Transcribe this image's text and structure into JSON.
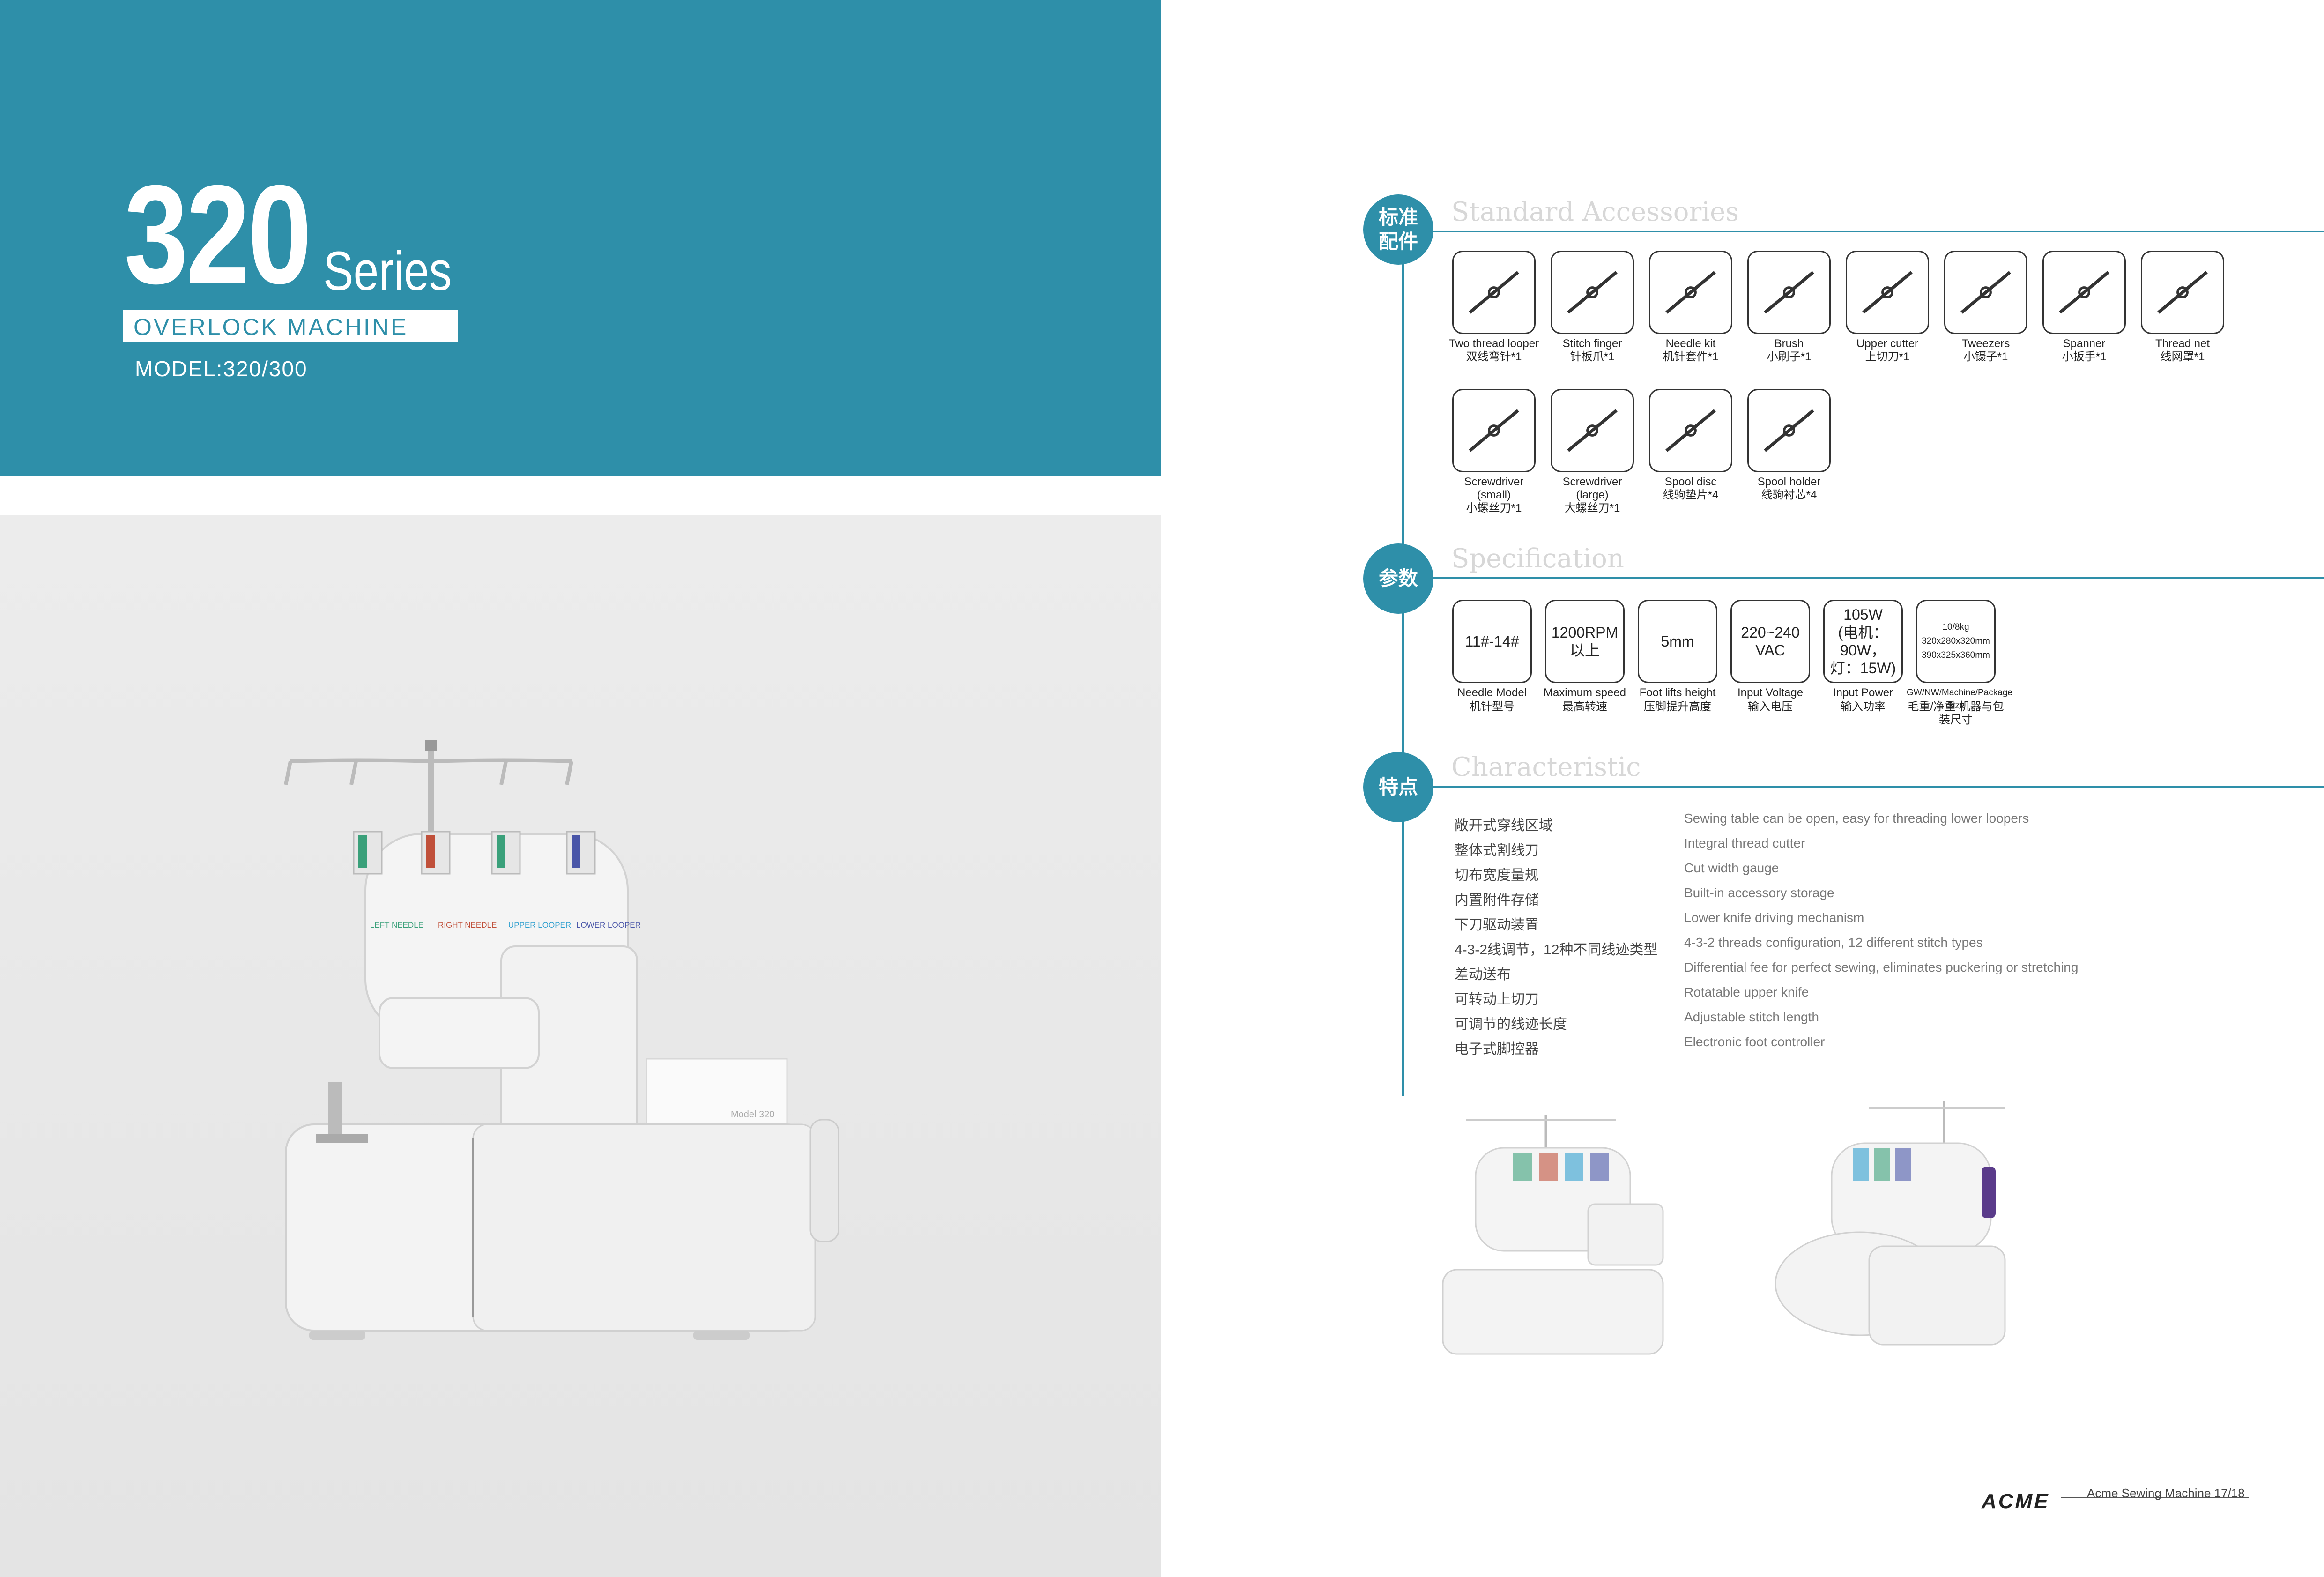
{
  "left": {
    "series_number": "320",
    "series_word": "Series",
    "subtitle": "OVERLOCK MACHINE",
    "model": "MODEL:320/300",
    "machine": {
      "labels": [
        "LEFT NEEDLE",
        "RIGHT NEEDLE",
        "UPPER LOOPER",
        "LOWER LOOPER"
      ],
      "label_colors": [
        "#3aa07a",
        "#c0503a",
        "#2e9fcf",
        "#4a56a8"
      ],
      "plate": "Model 320"
    }
  },
  "accessories": {
    "badge": "标准\n配件",
    "title": "Standard Accessories",
    "items": [
      {
        "icon": "looper-icon",
        "en": "Two thread looper",
        "cn": "双线弯针*1"
      },
      {
        "icon": "stitch-finger-icon",
        "en": "Stitch finger",
        "cn": "针板爪*1"
      },
      {
        "icon": "needle-kit-icon",
        "en": "Needle kit",
        "cn": "机针套件*1"
      },
      {
        "icon": "brush-icon",
        "en": "Brush",
        "cn": "小刷子*1"
      },
      {
        "icon": "upper-cutter-icon",
        "en": "Upper cutter",
        "cn": "上切刀*1"
      },
      {
        "icon": "tweezers-icon",
        "en": "Tweezers",
        "cn": "小镊子*1"
      },
      {
        "icon": "spanner-icon",
        "en": "Spanner",
        "cn": "小扳手*1"
      },
      {
        "icon": "thread-net-icon",
        "en": "Thread net",
        "cn": "线网罩*1"
      },
      {
        "icon": "screwdriver-small-icon",
        "en": "Screwdriver\n(small)",
        "cn": "小螺丝刀*1"
      },
      {
        "icon": "screwdriver-large-icon",
        "en": "Screwdriver\n(large)",
        "cn": "大螺丝刀*1"
      },
      {
        "icon": "spool-disc-icon",
        "en": "Spool disc",
        "cn": "线驹垫片*4"
      },
      {
        "icon": "spool-holder-icon",
        "en": "Spool holder",
        "cn": "线驹衬芯*4"
      }
    ]
  },
  "specification": {
    "badge": "参数",
    "title": "Specification",
    "items": [
      {
        "value": "11#-14#",
        "en": "Needle Model",
        "cn": "机针型号"
      },
      {
        "value": "1200RPM\n以上",
        "en": "Maximum speed",
        "cn": "最高转速"
      },
      {
        "value": "5mm",
        "en": "Foot lifts height",
        "cn": "压脚提升高度"
      },
      {
        "value": "220~240\nVAC",
        "en": "Input Voltage",
        "cn": "输入电压"
      },
      {
        "value": "105W\n(电机：90W，\n灯：15W)",
        "en": "Input Power",
        "cn": "输入功率"
      },
      {
        "value": "10/8kg\n320x280x320mm\n390x325x360mm",
        "en": "GW/NW/Machine/Package Size",
        "cn": "毛重/净重 机器与包装尺寸"
      }
    ]
  },
  "characteristic": {
    "badge": "特点",
    "title": "Characteristic",
    "items": [
      {
        "cn": "敞开式穿线区域",
        "en": "Sewing table can be open, easy for threading lower loopers"
      },
      {
        "cn": "整体式割线刀",
        "en": "Integral thread cutter"
      },
      {
        "cn": "切布宽度量规",
        "en": "Cut width gauge"
      },
      {
        "cn": "内置附件存储",
        "en": "Built-in accessory storage"
      },
      {
        "cn": "下刀驱动装置",
        "en": "Lower knife driving mechanism"
      },
      {
        "cn": "4-3-2线调节，12种不同线迹类型",
        "en": "4-3-2 threads configuration, 12 different stitch types"
      },
      {
        "cn": "差动送布",
        "en": "Differential fee for perfect sewing, eliminates puckering or stretching"
      },
      {
        "cn": "可转动上切刀",
        "en": "Rotatable upper knife"
      },
      {
        "cn": "可调节的线迹长度",
        "en": "Adjustable stitch length"
      },
      {
        "cn": "电子式脚控器",
        "en": "Electronic foot controller"
      }
    ]
  },
  "footer": {
    "logo": "ACME",
    "text": "Acme Sewing Machine   17/18"
  },
  "colors": {
    "accent": "#2e8fa9"
  }
}
